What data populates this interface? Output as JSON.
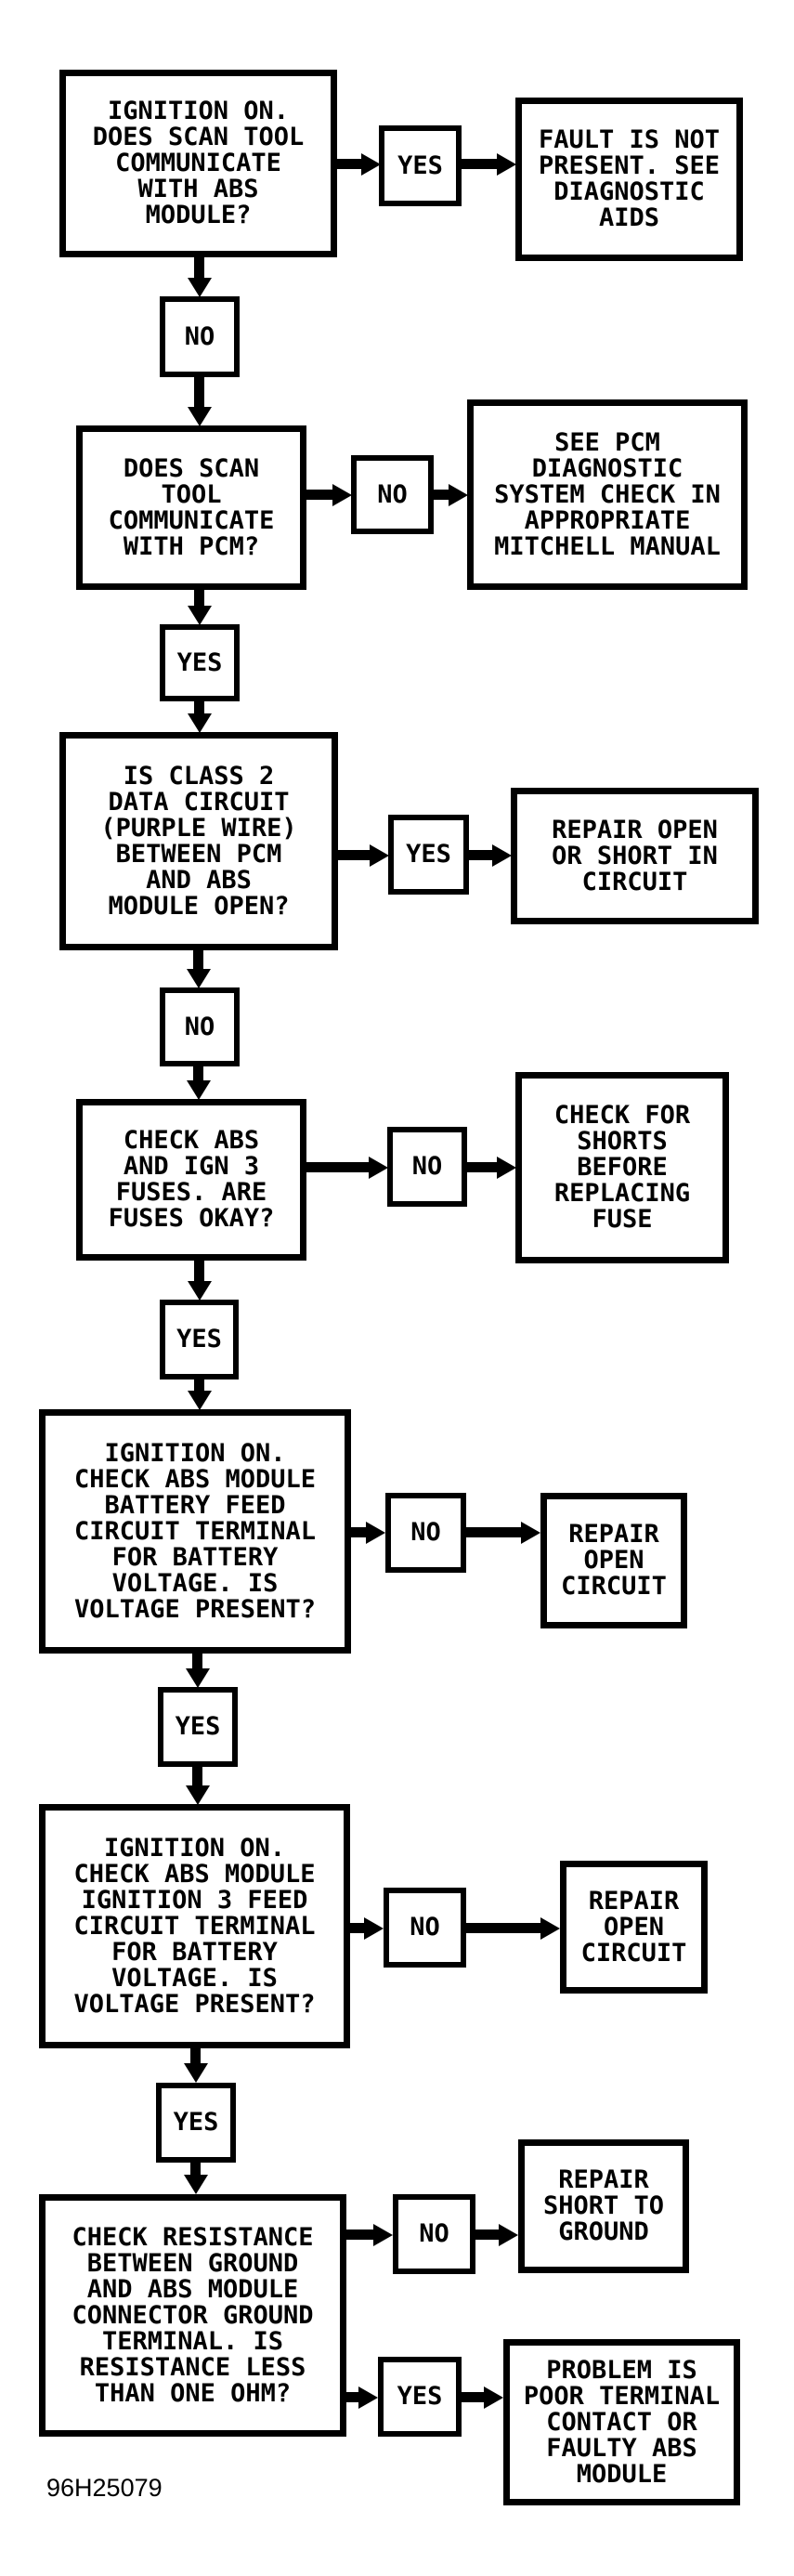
{
  "figure_label": "96H25079",
  "colors": {
    "ink": "#000000",
    "paper": "#ffffff"
  },
  "nodes": {
    "q1": {
      "text": "IGNITION ON.\nDOES SCAN TOOL\nCOMMUNICATE\nWITH ABS\nMODULE?"
    },
    "yes1": {
      "label": "YES"
    },
    "r1": {
      "text": "FAULT IS NOT\nPRESENT. SEE\nDIAGNOSTIC\nAIDS"
    },
    "no1": {
      "label": "NO"
    },
    "q2": {
      "text": "DOES SCAN\nTOOL\nCOMMUNICATE\nWITH PCM?"
    },
    "no2": {
      "label": "NO"
    },
    "r2": {
      "text": "SEE PCM\nDIAGNOSTIC\nSYSTEM CHECK IN\nAPPROPRIATE\nMITCHELL MANUAL"
    },
    "yes2": {
      "label": "YES"
    },
    "q3": {
      "text": "IS CLASS 2\nDATA CIRCUIT\n(PURPLE WIRE)\nBETWEEN PCM\nAND ABS\nMODULE OPEN?"
    },
    "yes3": {
      "label": "YES"
    },
    "r3": {
      "text": "REPAIR OPEN\nOR SHORT IN\nCIRCUIT"
    },
    "no3": {
      "label": "NO"
    },
    "q4": {
      "text": "CHECK ABS\nAND IGN 3\nFUSES. ARE\nFUSES OKAY?"
    },
    "no4": {
      "label": "NO"
    },
    "r4": {
      "text": "CHECK FOR\nSHORTS\nBEFORE\nREPLACING\nFUSE"
    },
    "yes4": {
      "label": "YES"
    },
    "q5": {
      "text": "IGNITION ON.\nCHECK ABS MODULE\nBATTERY FEED\nCIRCUIT TERMINAL\nFOR BATTERY\nVOLTAGE. IS\nVOLTAGE PRESENT?"
    },
    "no5": {
      "label": "NO"
    },
    "r5": {
      "text": "REPAIR\nOPEN\nCIRCUIT"
    },
    "yes5": {
      "label": "YES"
    },
    "q6": {
      "text": "IGNITION ON.\nCHECK ABS MODULE\nIGNITION 3 FEED\nCIRCUIT TERMINAL\nFOR BATTERY\nVOLTAGE. IS\nVOLTAGE PRESENT?"
    },
    "no6": {
      "label": "NO"
    },
    "r6": {
      "text": "REPAIR\nOPEN\nCIRCUIT"
    },
    "yes6": {
      "label": "YES"
    },
    "q7": {
      "text": "CHECK RESISTANCE\nBETWEEN GROUND\nAND ABS MODULE\nCONNECTOR GROUND\nTERMINAL. IS\nRESISTANCE LESS\nTHAN ONE OHM?"
    },
    "no7": {
      "label": "NO"
    },
    "r7": {
      "text": "REPAIR\nSHORT TO\nGROUND"
    },
    "yes7": {
      "label": "YES"
    },
    "r8": {
      "text": "PROBLEM IS\nPOOR TERMINAL\nCONTACT OR\nFAULTY ABS\nMODULE"
    }
  }
}
